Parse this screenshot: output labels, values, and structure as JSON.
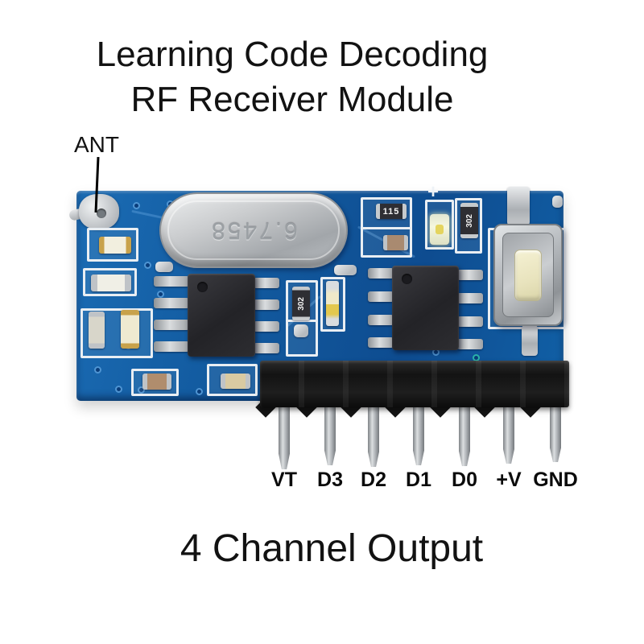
{
  "title": {
    "line1": "Learning Code Decoding",
    "line2": "RF Receiver Module"
  },
  "annotations": {
    "antenna_label": "ANT",
    "channel_caption": "4 Channel Output"
  },
  "pins": {
    "labels": [
      "VT",
      "D3",
      "D2",
      "D1",
      "D0",
      "+V",
      "GND"
    ]
  },
  "board": {
    "markings": {
      "crystal": "6.7458",
      "resistor_115": "115",
      "resistor_302_mid": "302",
      "resistor_302_top": "302",
      "plus_silkscreen": "+"
    },
    "colors": {
      "pcb_blue": "#125a9f",
      "pcb_blue_dark": "#0e4c90",
      "silkscreen_white": "#e9eef3",
      "solder_silver": "#c9cdd1",
      "ic_black": "#2a2a2e",
      "header_black": "#171717",
      "pin_silver": "#9aa0a5",
      "button_metal": "#c2c6ca",
      "button_cap_cream": "#ece8c6",
      "led_yellow": "#e4d45e"
    }
  }
}
